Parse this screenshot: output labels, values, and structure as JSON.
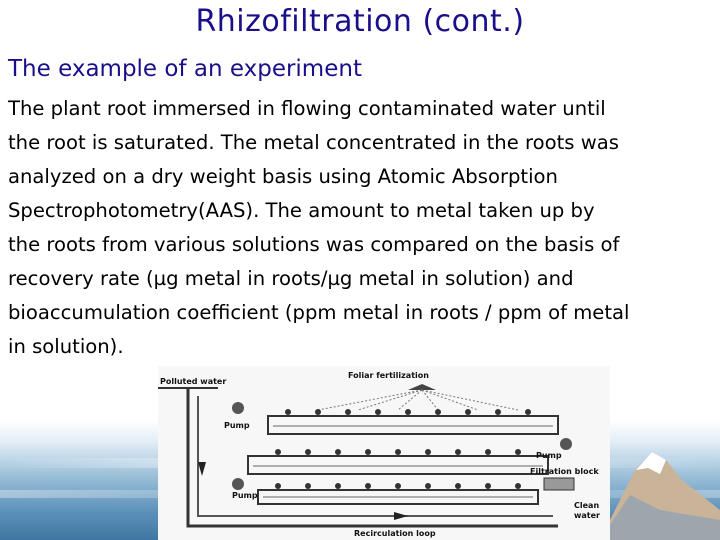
{
  "slide": {
    "title": "Rhizofiltration (cont.)",
    "subtitle": "The example of an experiment",
    "body_lines": [
      "The plant root immersed in flowing contaminated water until",
      "the root is saturated. The metal concentrated in the roots was",
      "analyzed on a dry weight basis using Atomic Absorption",
      "Spectrophotometry(AAS).  The amount to metal taken up by",
      "the roots from various solutions was compared on the basis of",
      "recovery rate (µg metal in roots/µg metal in solution) and",
      "bioaccumulation coefficient (ppm metal in roots / ppm of metal",
      "in solution)."
    ]
  },
  "diagram": {
    "labels": {
      "polluted_water": "Polluted water",
      "foliar_fertilization": "Foliar fertilization",
      "pump_top": "Pump",
      "pump_right": "Pump",
      "filtration_block": "Filtration block",
      "pump_bottom": "Pump",
      "clean_water_1": "Clean",
      "clean_water_2": "water",
      "recirculation_loop": "Recirculation loop"
    }
  },
  "colors": {
    "title": "#1a0f8a",
    "body": "#000000",
    "band_dark": "#3f77a3"
  }
}
